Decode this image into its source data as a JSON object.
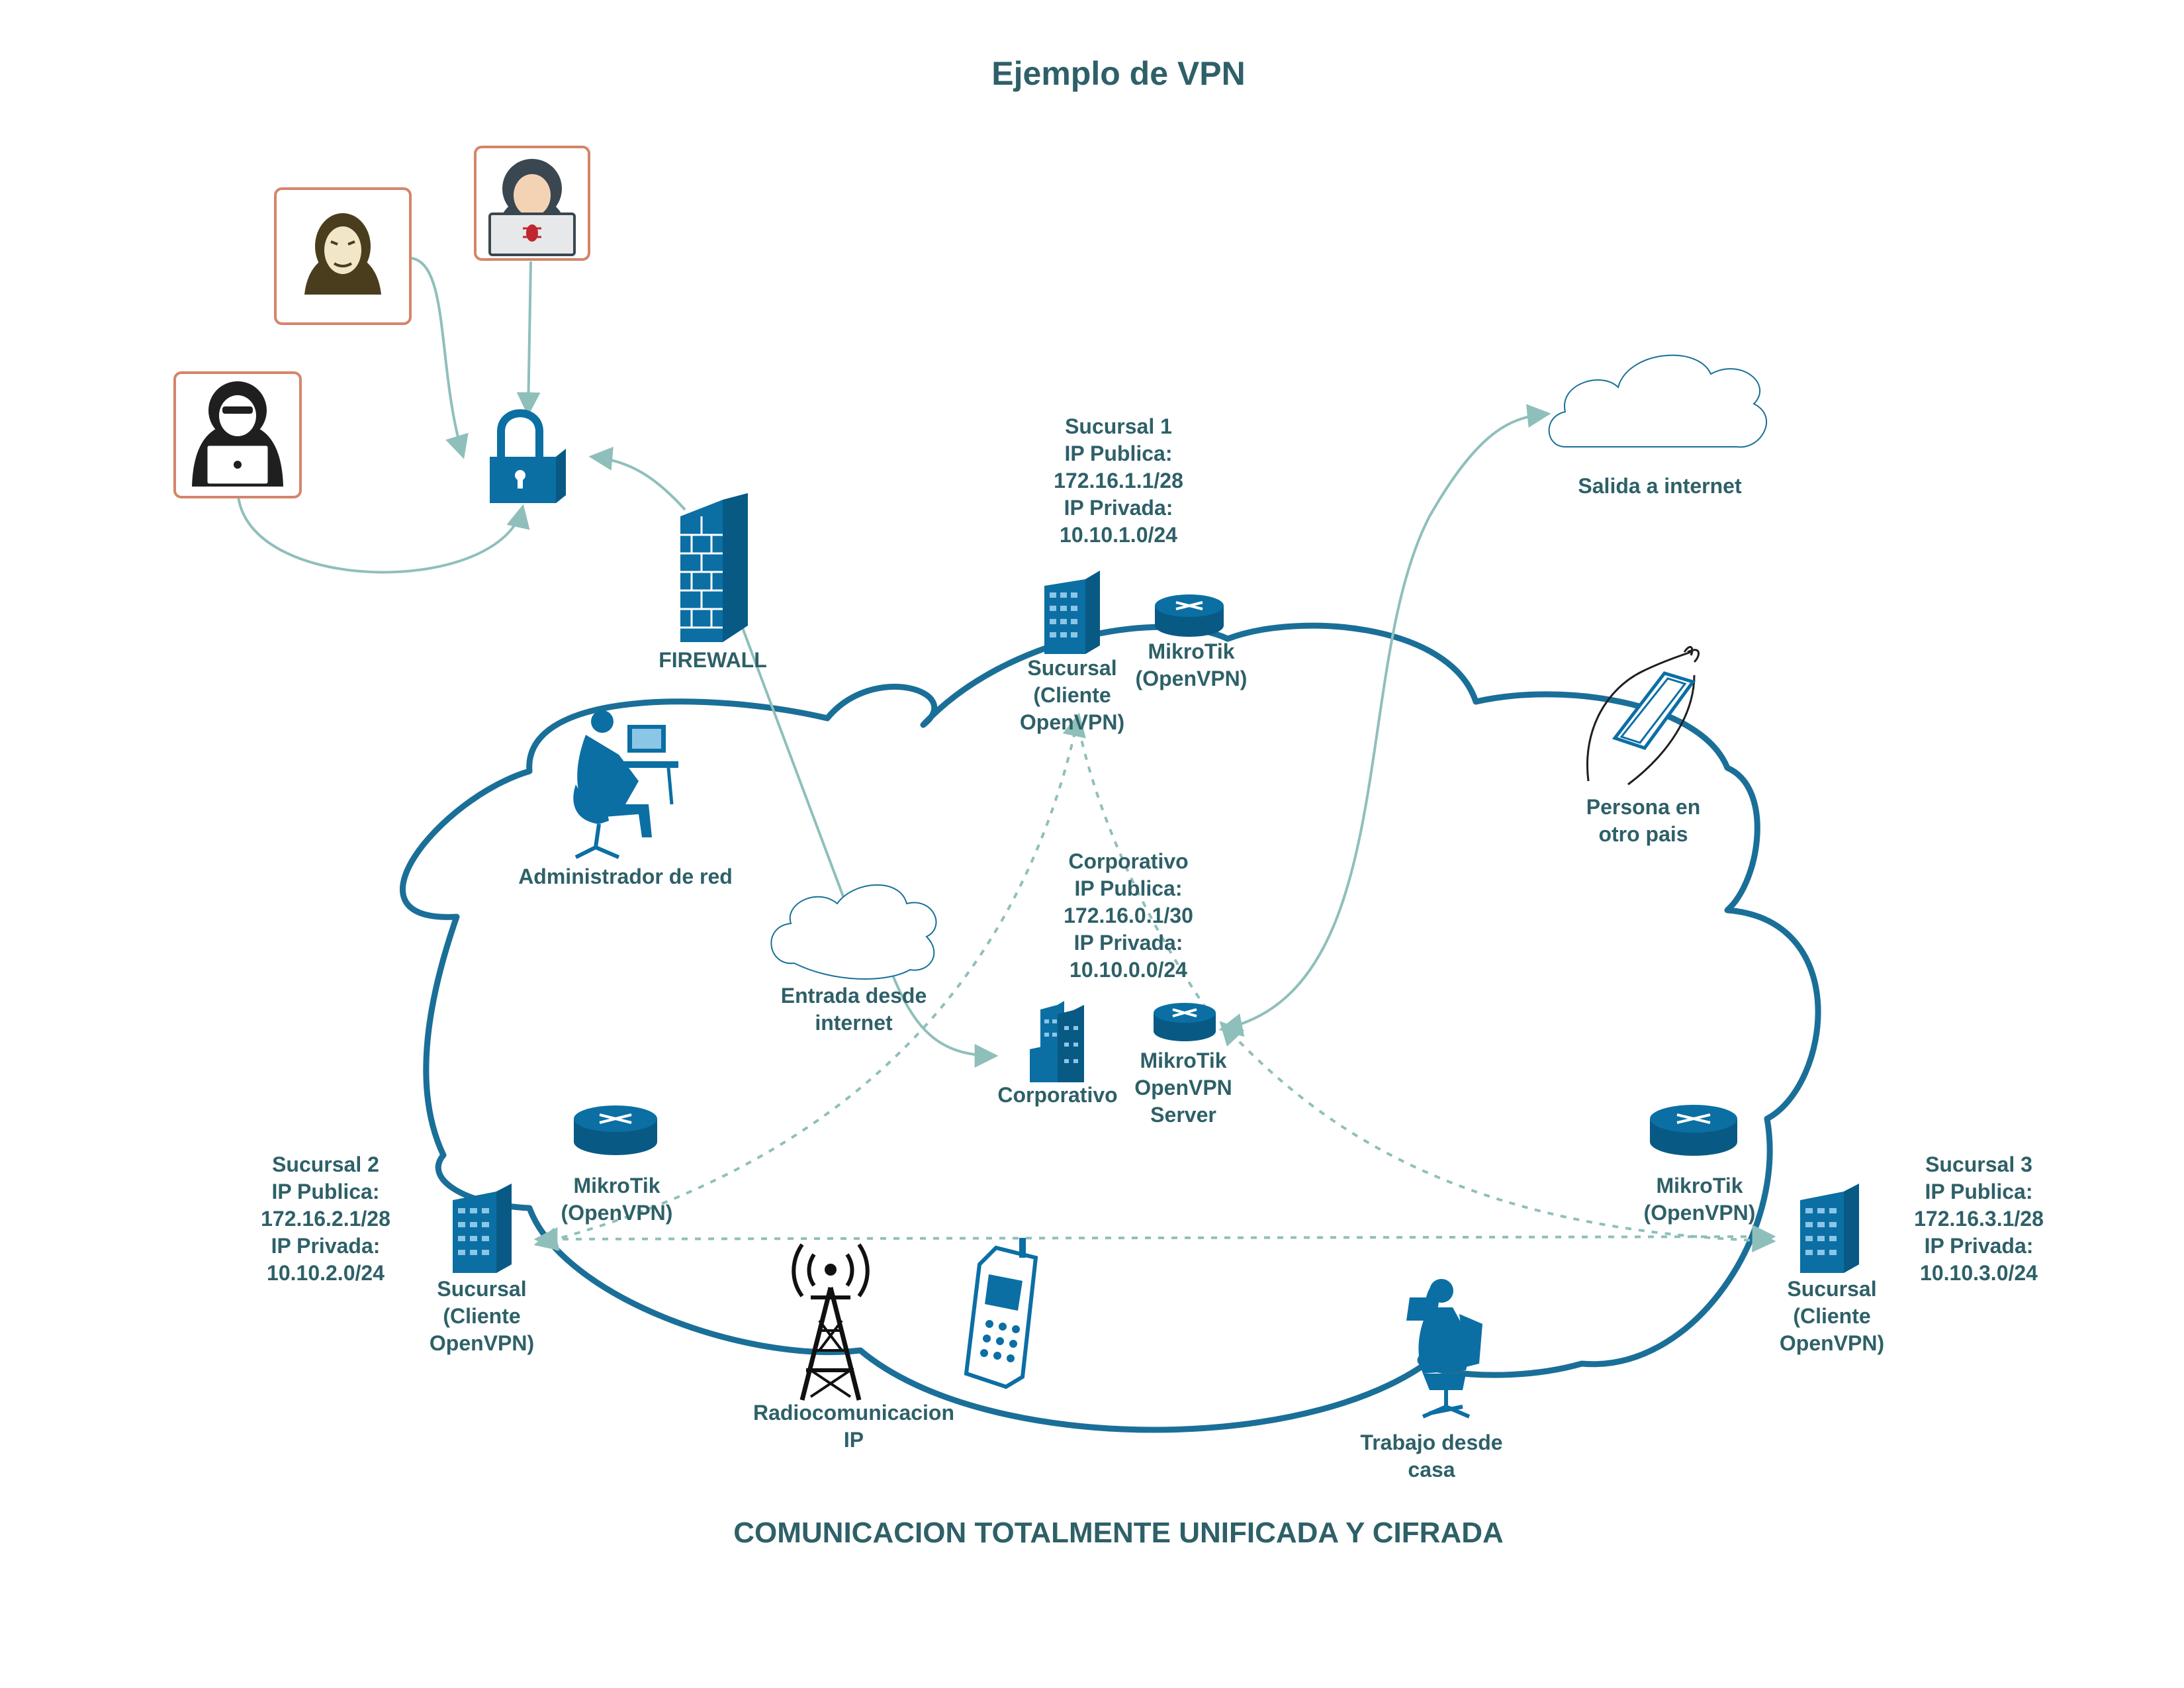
{
  "title": "Ejemplo de VPN",
  "footer": "COMUNICACION TOTALMENTE UNIFICADA Y CIFRADA",
  "colors": {
    "text": "#2e6068",
    "device_blue": "#0b6fa4",
    "cloud_stroke": "#1a6f98",
    "connector": "#8fbfbb",
    "hacker_frame": "#d4856a"
  },
  "nodes": {
    "sucursal1": {
      "lines": [
        "Sucursal 1",
        "IP Publica:",
        "172.16.1.1/28",
        "IP Privada:",
        "10.10.1.0/24"
      ]
    },
    "sucursal1_client": {
      "lines": [
        "Sucursal",
        "(Cliente",
        "OpenVPN)"
      ]
    },
    "router1": {
      "lines": [
        "MikroTik",
        "(OpenVPN)"
      ]
    },
    "firewall": {
      "lines": [
        "FIREWALL"
      ]
    },
    "internet_out": {
      "lines": [
        "Salida a internet"
      ]
    },
    "admin": {
      "lines": [
        "Administrador de red"
      ]
    },
    "persona": {
      "lines": [
        "Persona en",
        "otro pais"
      ]
    },
    "corporativo_info": {
      "lines": [
        "Corporativo",
        "IP Publica:",
        "172.16.0.1/30",
        "IP Privada:",
        "10.10.0.0/24"
      ]
    },
    "internet_in": {
      "lines": [
        "Entrada desde",
        "internet"
      ]
    },
    "corporativo_bldg": {
      "lines": [
        "Corporativo"
      ]
    },
    "server": {
      "lines": [
        "MikroTik",
        "OpenVPN",
        "Server"
      ]
    },
    "sucursal2": {
      "lines": [
        "Sucursal 2",
        "IP Publica:",
        "172.16.2.1/28",
        "IP Privada:",
        "10.10.2.0/24"
      ]
    },
    "sucursal2_client": {
      "lines": [
        "Sucursal",
        "(Cliente",
        "OpenVPN)"
      ]
    },
    "router2": {
      "lines": [
        "MikroTik",
        "(OpenVPN)"
      ]
    },
    "sucursal3": {
      "lines": [
        "Sucursal 3",
        "IP Publica:",
        "172.16.3.1/28",
        "IP Privada:",
        "10.10.3.0/24"
      ]
    },
    "sucursal3_client": {
      "lines": [
        "Sucursal",
        "(Cliente",
        "OpenVPN)"
      ]
    },
    "router3": {
      "lines": [
        "MikroTik",
        "(OpenVPN)"
      ]
    },
    "radio": {
      "lines": [
        "Radiocomunicacion",
        "IP"
      ]
    },
    "homework": {
      "lines": [
        "Trabajo desde",
        "casa"
      ]
    }
  },
  "icons": [
    "hacker-anonymous-icon",
    "hacker-bug-laptop-icon",
    "hacker-masked-laptop-icon",
    "padlock-icon",
    "firewall-icon",
    "office-building-icon",
    "router-icon",
    "cloud-icon",
    "admin-workstation-icon",
    "handheld-device-icon",
    "radio-tower-icon",
    "radio-handset-icon",
    "remote-worker-icon",
    "corporate-buildings-icon"
  ]
}
